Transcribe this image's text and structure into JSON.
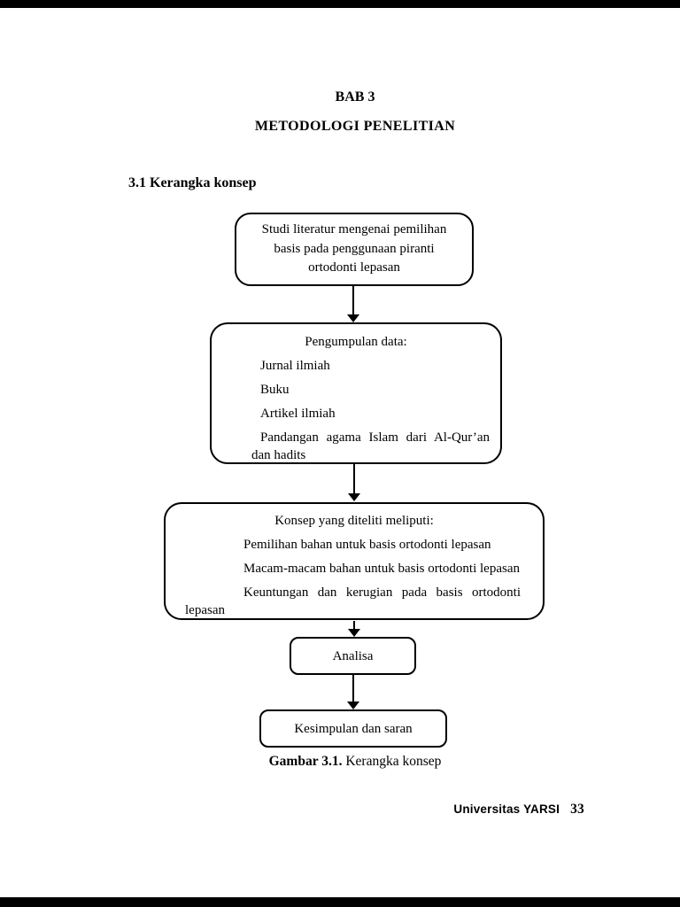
{
  "document": {
    "chapter_title": "BAB 3",
    "chapter_subtitle": "METODOLOGI PENELITIAN",
    "section_heading": "3.1 Kerangka konsep",
    "figure_caption": {
      "label": "Gambar 3.1.",
      "text": "Kerangka konsep"
    },
    "footer": {
      "institution": "Universitas YARSI",
      "page_number": "33"
    }
  },
  "flowchart": {
    "boxes": [
      {
        "name": "studi-literatur",
        "text": "Studi literatur mengenai pemilihan basis pada penggunaan piranti ortodonti lepasan"
      },
      {
        "name": "pengumpulan-data",
        "title": "Pengumpulan data:",
        "items": [
          "Jurnal ilmiah",
          "Buku",
          "Artikel ilmiah",
          "Pandangan agama Islam dari Al-Qur’an dan hadits"
        ]
      },
      {
        "name": "konsep-diteliti",
        "title": "Konsep yang diteliti meliputi:",
        "items": [
          "Pemilihan bahan untuk basis ortodonti lepasan",
          "Macam-macam bahan untuk basis ortodonti lepasan",
          "Keuntungan dan kerugian pada basis ortodonti lepasan"
        ]
      },
      {
        "name": "analisa",
        "text": "Analisa"
      },
      {
        "name": "kesimpulan",
        "text": "Kesimpulan dan saran"
      }
    ]
  }
}
